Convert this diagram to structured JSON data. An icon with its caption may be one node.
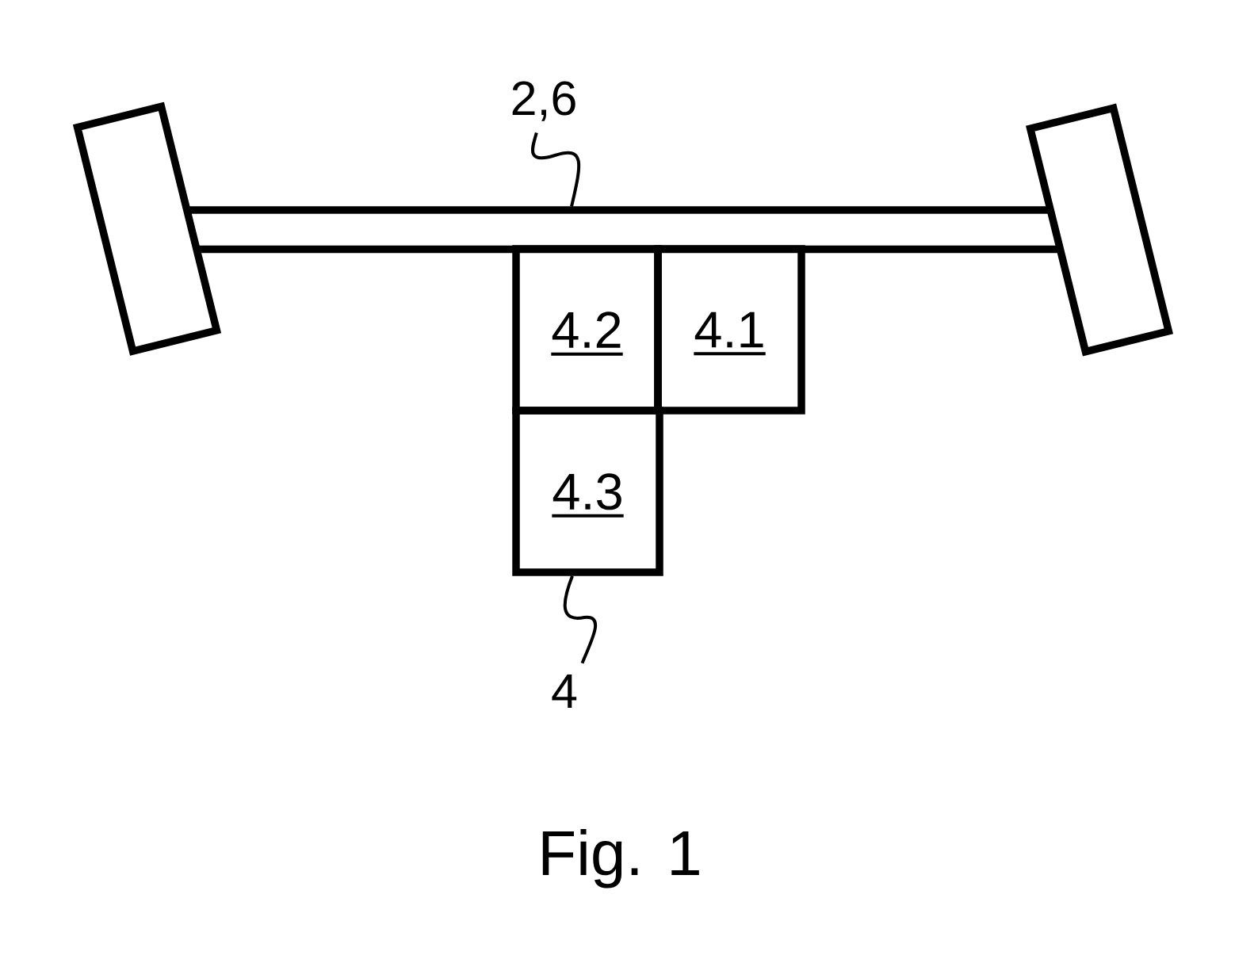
{
  "diagram": {
    "caption": "Fig. 1",
    "nodes": [
      {
        "text": [
          "2,6"
        ]
      },
      {
        "text": [],
        "shape": "box"
      },
      {
        "text": [],
        "shape": "bar"
      },
      {
        "text": [],
        "shape": "box"
      },
      {
        "text": [
          "4.2"
        ]
      },
      {
        "text": [
          "4.1"
        ]
      },
      {
        "text": [
          "4.3"
        ]
      },
      {
        "text": [
          "4"
        ]
      }
    ],
    "edges": [
      {
        "from": 0,
        "to": 2,
        "arrow": "none"
      },
      {
        "from": 7,
        "to": 6,
        "arrow": "none"
      }
    ]
  }
}
